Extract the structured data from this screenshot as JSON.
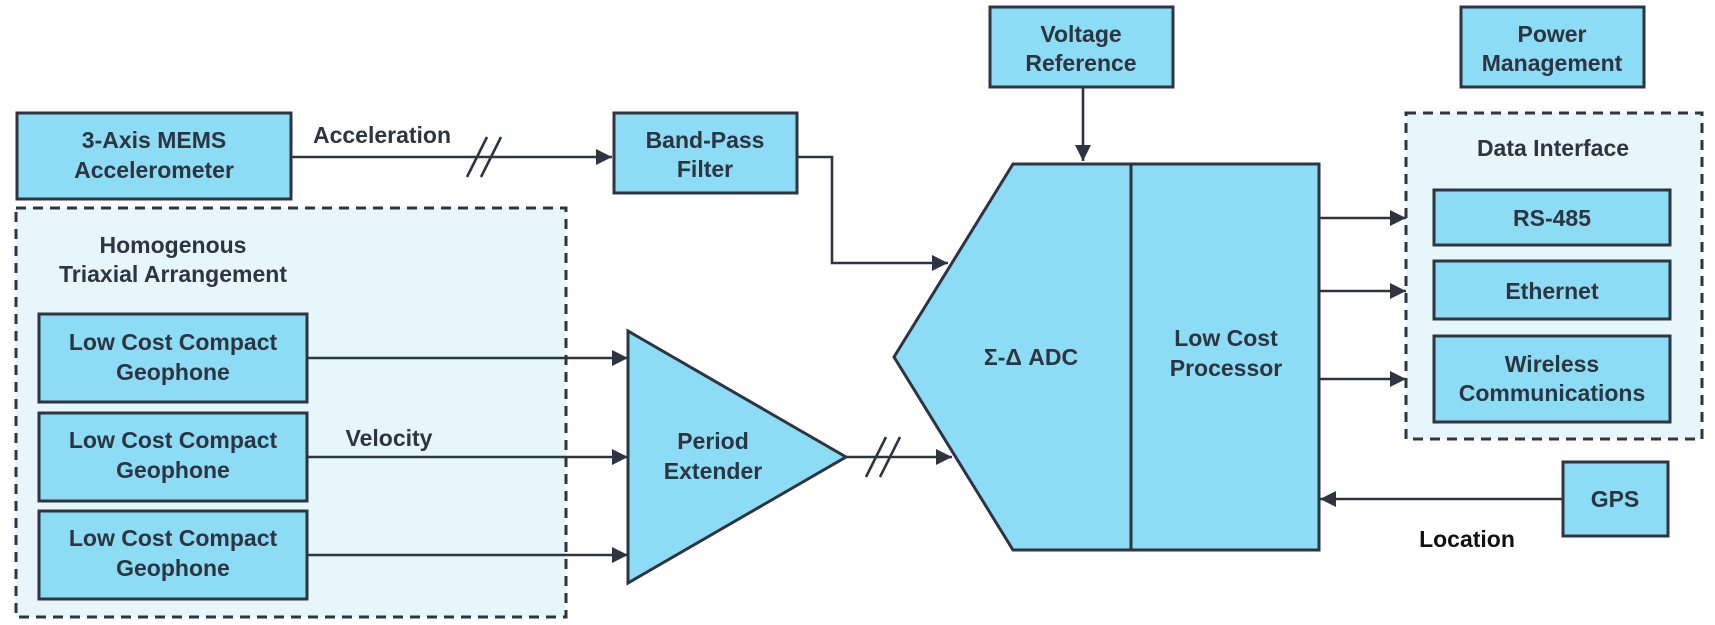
{
  "colors": {
    "block_fill": "#8bdcf4",
    "group_fill": "#e6f6fb",
    "line": "#2e3440"
  },
  "blocks": {
    "mems": [
      "3-Axis MEMS",
      "Accelerometer"
    ],
    "bandpass": [
      "Band-Pass",
      "Filter"
    ],
    "vref": [
      "Voltage",
      "Reference"
    ],
    "power": [
      "Power",
      "Management"
    ],
    "geophone1": [
      "Low Cost Compact",
      "Geophone"
    ],
    "geophone2": [
      "Low Cost Compact",
      "Geophone"
    ],
    "geophone3": [
      "Low Cost Compact",
      "Geophone"
    ],
    "period_extender": [
      "Period",
      "Extender"
    ],
    "adc": "Σ-Δ ADC",
    "processor": [
      "Low Cost",
      "Processor"
    ],
    "rs485": "RS-485",
    "ethernet": "Ethernet",
    "wireless": [
      "Wireless",
      "Communications"
    ],
    "gps": "GPS"
  },
  "groups": {
    "geophone_group": [
      "Homogenous",
      "Triaxial Arrangement"
    ],
    "data_interface": "Data Interface"
  },
  "signals": {
    "acceleration": "Acceleration",
    "velocity": "Velocity",
    "location": "Location"
  }
}
